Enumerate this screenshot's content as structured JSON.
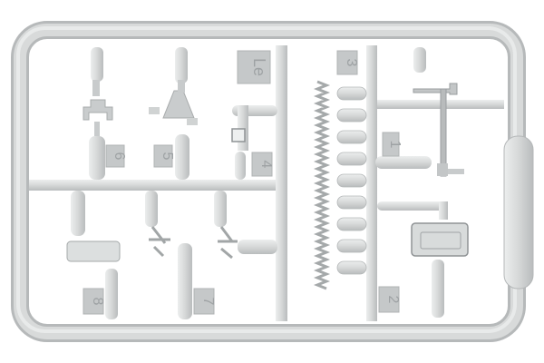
{
  "colors": {
    "background": "#ffffff",
    "plastic": "#d4d6d6",
    "plastic_light": "#e2e4e4",
    "plastic_edge": "#b4b7b8",
    "tab": "#c5c8c9",
    "tab_text": "#9ea2a4"
  },
  "part_numbers": {
    "n1": "1",
    "n2": "2",
    "n3": "3",
    "n4": "4",
    "n5": "5",
    "n6": "6",
    "n7": "7",
    "n8": "8"
  },
  "sprue_tag": "Le"
}
